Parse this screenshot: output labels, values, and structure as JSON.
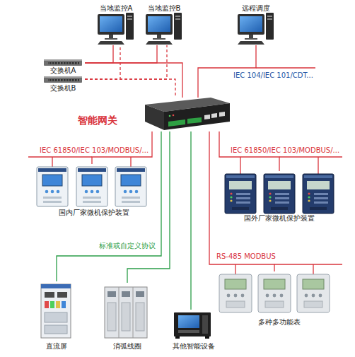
{
  "diagram": {
    "nodes": [
      {
        "text": [
          "当地监控A"
        ]
      },
      {
        "text": [
          "当地监控B"
        ]
      },
      {
        "text": [
          "远程调度"
        ]
      },
      {
        "text": [
          "交换机A"
        ]
      },
      {
        "text": [
          "交换机B"
        ]
      },
      {
        "text": [
          "智能网关"
        ]
      },
      {
        "text": [
          "国内厂家微机保护装置"
        ]
      },
      {
        "text": [
          "国外厂家微机保护装置"
        ]
      },
      {
        "text": [
          "直流屏"
        ]
      },
      {
        "text": [
          "消弧线圈"
        ]
      },
      {
        "text": [
          "其他智能设备"
        ]
      },
      {
        "text": [
          "多种多功能表"
        ]
      }
    ],
    "edges": [
      {
        "from": 3,
        "to": 0,
        "arrow": "none"
      },
      {
        "from": 3,
        "to": 1,
        "arrow": "none"
      },
      {
        "from": 4,
        "to": 0,
        "arrow": "none"
      },
      {
        "from": 4,
        "to": 1,
        "arrow": "none"
      },
      {
        "from": 3,
        "to": 5,
        "arrow": "none"
      },
      {
        "from": 4,
        "to": 5,
        "arrow": "none"
      },
      {
        "from": 2,
        "to": 5,
        "label": "IEC 104/IEC 101/CDT...",
        "arrow": "none"
      },
      {
        "from": 5,
        "to": 6,
        "label": "IEC 61850/IEC 103/MODBUS/...",
        "arrow": "none"
      },
      {
        "from": 5,
        "to": 7,
        "label": "IEC 61850/IEC 103/MODBUS/...",
        "arrow": "none"
      },
      {
        "from": 5,
        "to": 8,
        "label": "标准或自定义协议",
        "arrow": "none"
      },
      {
        "from": 5,
        "to": 9,
        "arrow": "none"
      },
      {
        "from": 5,
        "to": 10,
        "arrow": "none"
      },
      {
        "from": 5,
        "to": 11,
        "label": "RS-485 MODBUS",
        "arrow": "none"
      }
    ]
  }
}
